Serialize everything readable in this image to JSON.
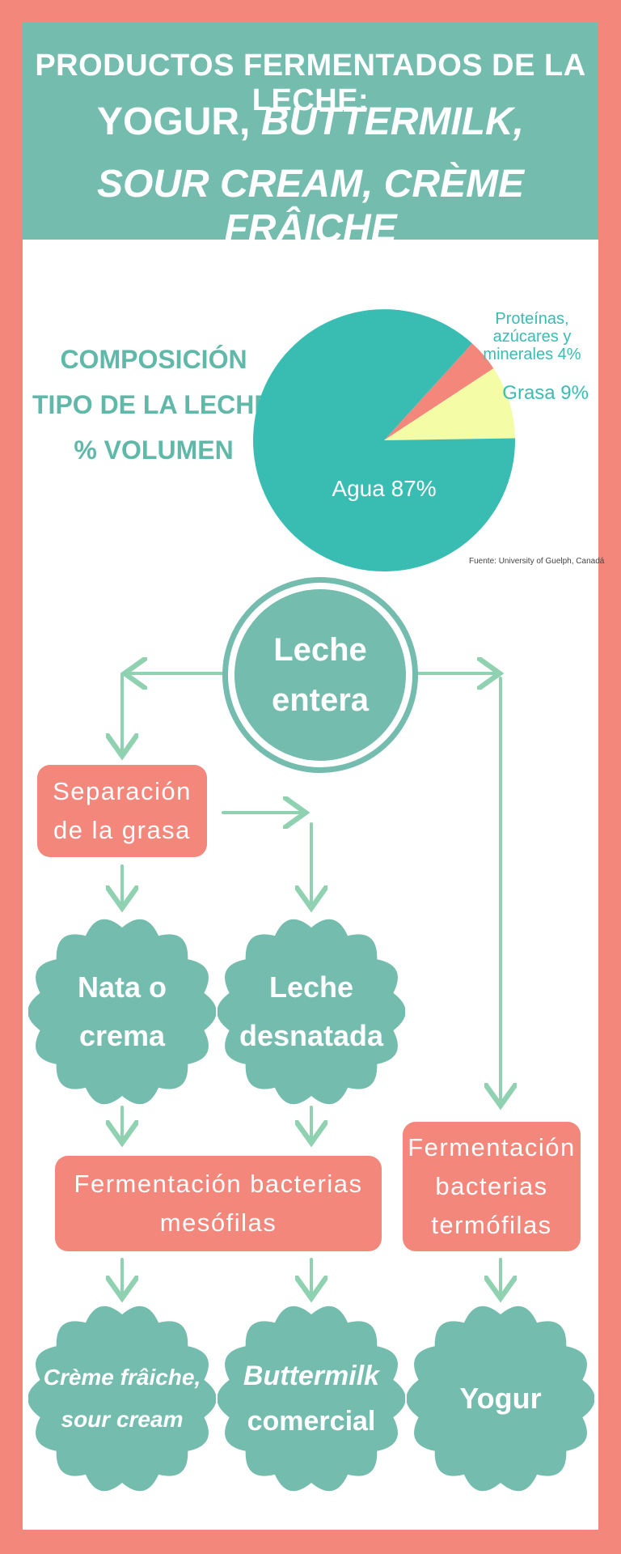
{
  "header": {
    "line1": "PRODUCTOS FERMENTADOS DE LA LECHE:",
    "line2a": "YOGUR,",
    "line2b": "BUTTERMILK,",
    "line3": "SOUR CREAM, CRÈME FRÂICHE"
  },
  "composition_title": [
    "COMPOSICIÓN",
    "TIPO DE LA LECHE,",
    "% VOLUMEN"
  ],
  "source": "Fuente: University of Guelph, Canadá",
  "chart_data": {
    "type": "pie",
    "title": "COMPOSICIÓN TIPO DE LA LECHE, % VOLUMEN",
    "slices": [
      {
        "label": "Agua 87%",
        "value": 87,
        "color": "#39bdb3"
      },
      {
        "label": "Grasa 9%",
        "value": 9,
        "color": "#f4fca6"
      },
      {
        "label": "Proteínas, azúcares y minerales 4%",
        "value": 4,
        "color": "#f4877c"
      }
    ],
    "label_lines": {
      "proteins": [
        "Proteínas,",
        "azúcares y",
        "minerales 4%"
      ]
    }
  },
  "flow": {
    "leche_entera": [
      "Leche",
      "entera"
    ],
    "separacion": [
      "Separación",
      "de la grasa"
    ],
    "nata": [
      "Nata o",
      "crema"
    ],
    "desnatada": [
      "Leche",
      "desnatada"
    ],
    "mesofilas": [
      "Fermentación bacterias",
      "mesófilas"
    ],
    "termofilas": [
      "Fermentación",
      "bacterias",
      "termófilas"
    ],
    "creme": [
      "Crème frâiche,",
      "sour cream"
    ],
    "buttermilk": [
      "Buttermilk",
      "comercial"
    ],
    "yogur": [
      "Yogur"
    ]
  },
  "colors": {
    "coral": "#f4877c",
    "teal": "#74bcae",
    "arrow": "#8fd1b1"
  }
}
